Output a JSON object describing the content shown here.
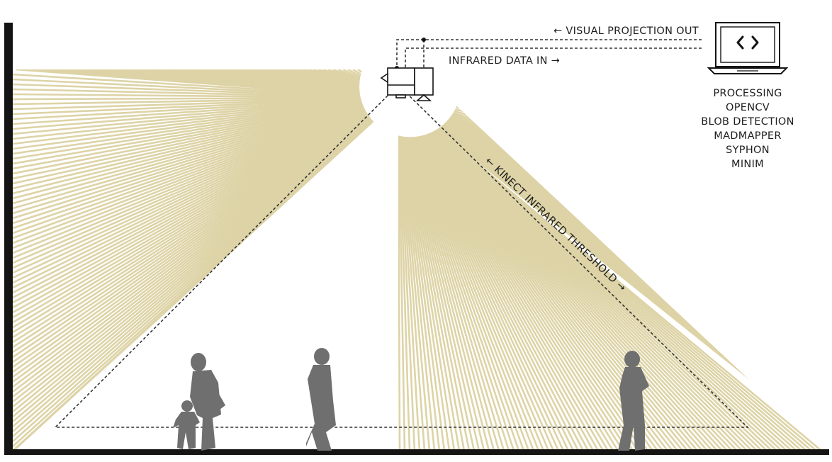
{
  "labels": {
    "visual_out": "← VISUAL PROJECTION OUT",
    "infrared_in": "INFRARED DATA IN →",
    "threshold": "← KINECT INFRARED THRESHOLD →"
  },
  "laptop": {
    "screen_glyph": "< >",
    "software": [
      "PROCESSING",
      "OPENCV",
      "BLOB DETECTION",
      "MADMAPPER",
      "SYPHON",
      "MINIM"
    ]
  },
  "colors": {
    "beam": "#ddd3a6",
    "silhouette": "#6f6f6f",
    "ink": "#141414"
  },
  "icons": [
    "kinect-camera-icon",
    "projector-icon",
    "laptop-icon",
    "code-brackets-icon",
    "person-silhouette-icon"
  ]
}
